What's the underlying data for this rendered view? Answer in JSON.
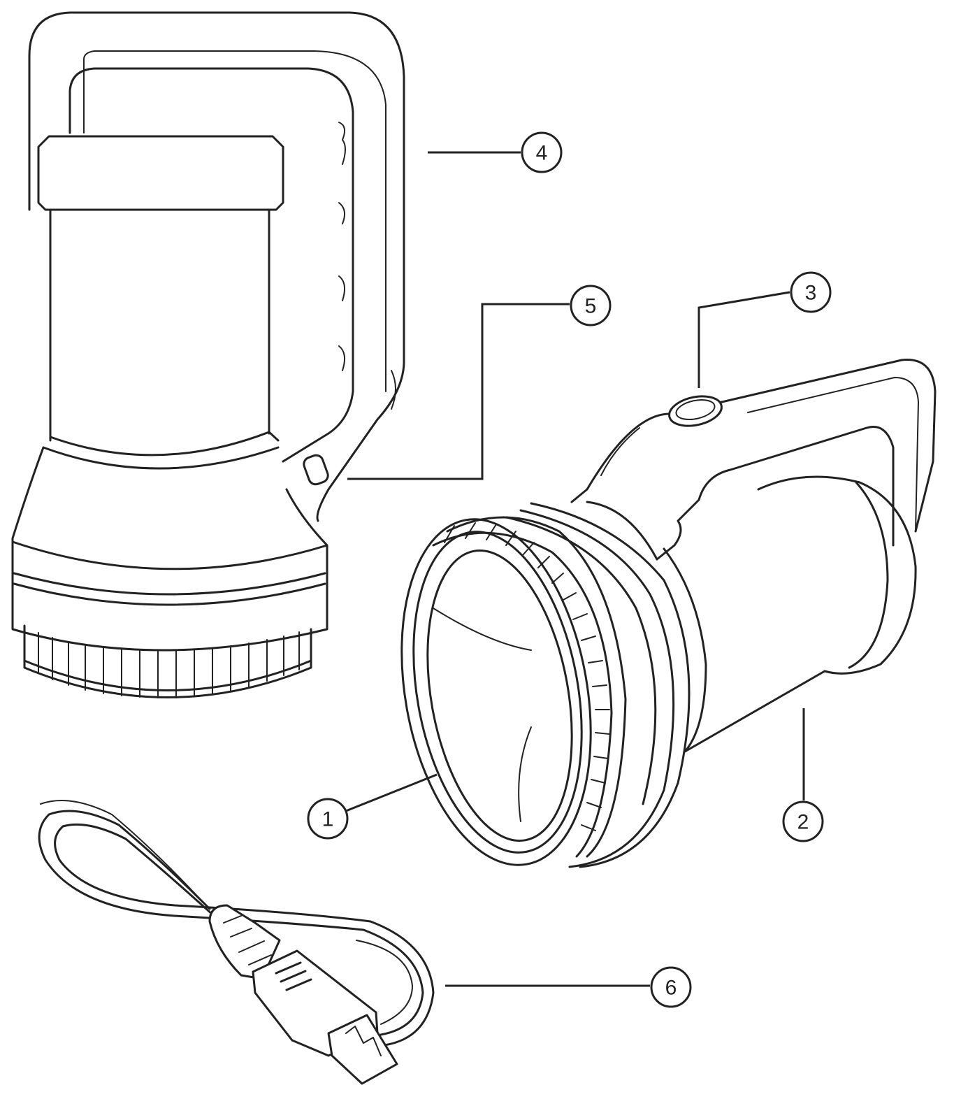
{
  "callouts": {
    "c1": {
      "label": "1"
    },
    "c2": {
      "label": "2"
    },
    "c3": {
      "label": "3"
    },
    "c4": {
      "label": "4"
    },
    "c5": {
      "label": "5"
    },
    "c6": {
      "label": "6"
    }
  },
  "colors": {
    "line": "#222222",
    "background": "#ffffff"
  }
}
